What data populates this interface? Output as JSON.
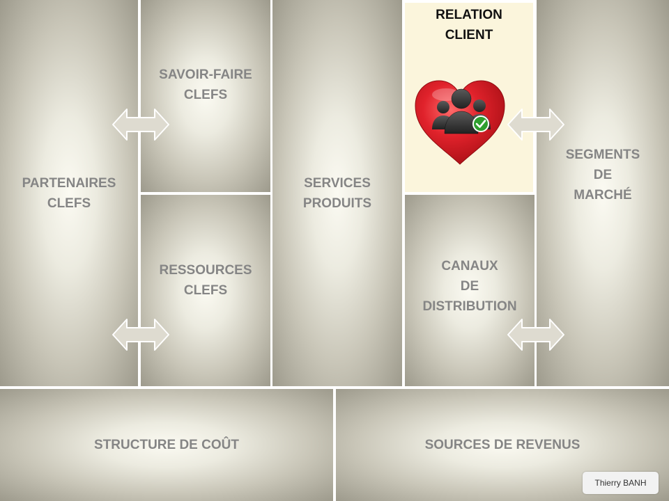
{
  "blocks": {
    "key_partners": "PARTENAIRES\nCLEFS",
    "key_activities": "SAVOIR-FAIRE\nCLEFS",
    "key_resources": "RESSOURCES\nCLEFS",
    "value_proposition": "SERVICES\nPRODUITS",
    "customer_relationships": "RELATION\nCLIENT",
    "channels": "CANAUX\nDE\nDISTRIBUTION",
    "customer_segments": "SEGMENTS\nDE\nMARCHÉ",
    "cost_structure": "STRUCTURE DE COÛT",
    "revenue_streams": "SOURCES DE REVENUS"
  },
  "icons": {
    "relation_icon": "heart-with-users-check-icon",
    "link_arrows": "double-arrow-icon"
  },
  "colors": {
    "label_text": "#858585",
    "highlight_background": "#fbf5dc",
    "heart": "#d9232b"
  },
  "footer": {
    "author": "Thierry BANH"
  }
}
